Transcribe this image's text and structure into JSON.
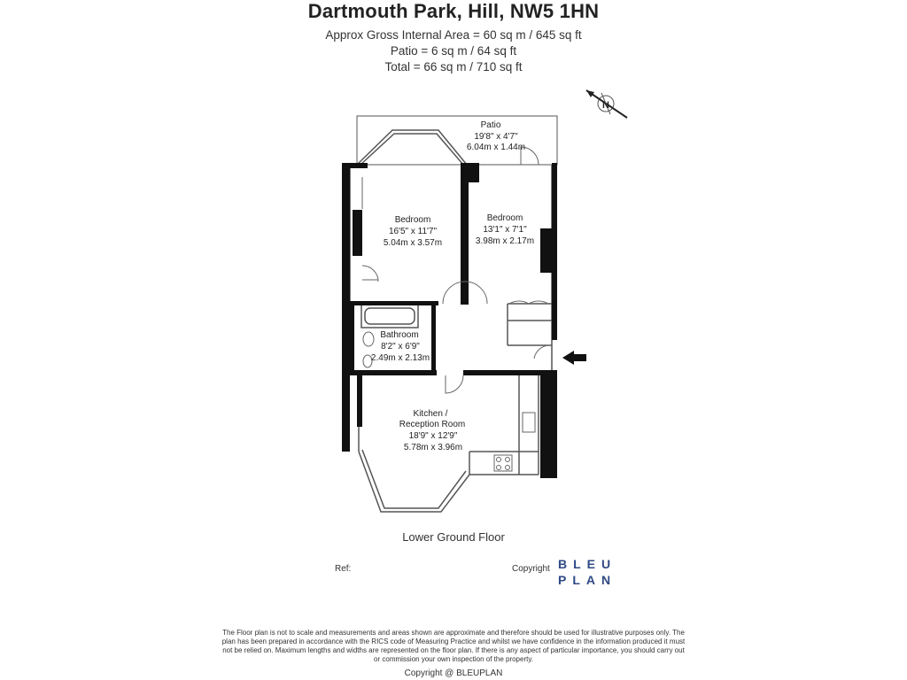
{
  "header": {
    "title": "Dartmouth Park, Hill, NW5 1HN",
    "gross_area": "Approx Gross Internal Area = 60 sq m / 645 sq ft",
    "patio_area": "Patio = 6 sq m / 64 sq ft",
    "total_area": "Total = 66 sq m / 710 sq ft"
  },
  "compass": {
    "icon": "north-arrow-icon",
    "letter": "N"
  },
  "rooms": {
    "patio": {
      "name": "Patio",
      "imperial": "19'8\" x 4'7\"",
      "metric": "6.04m x 1.44m"
    },
    "bedroom1": {
      "name": "Bedroom",
      "imperial": "16'5\" x 11'7\"",
      "metric": "5.04m x 3.57m"
    },
    "bedroom2": {
      "name": "Bedroom",
      "imperial": "13'1\" x 7'1\"",
      "metric": "3.98m x 2.17m"
    },
    "bathroom": {
      "name": "Bathroom",
      "imperial": "8'2\" x 6'9\"",
      "metric": "2.49m x 2.13m"
    },
    "kitchen": {
      "name_line1": "Kitchen /",
      "name_line2": "Reception Room",
      "imperial": "18'9\" x 12'9\"",
      "metric": "5.78m x 3.96m"
    }
  },
  "entrance": {
    "icon": "entrance-arrow-icon"
  },
  "floor_name": "Lower Ground Floor",
  "ref_label": "Ref:",
  "copyright_label": "Copyright",
  "brand": {
    "line1": "BLEU",
    "line2": "PLAN",
    "color": "#2f4a84"
  },
  "disclaimer": "The Floor plan is not to scale and measurements and areas shown are approximate and therefore should be used for illustrative purposes only. The plan has been prepared in accordance with the RICS code of Measuring Practice and whilst we have confidence in the information produced it must not be relied on. Maximum lengths and widths are represented on the floor plan. If there is any aspect of particular importance, you should carry out or commission your own inspection of the property.",
  "footer_copyright": "Copyright @ BLEUPLAN"
}
